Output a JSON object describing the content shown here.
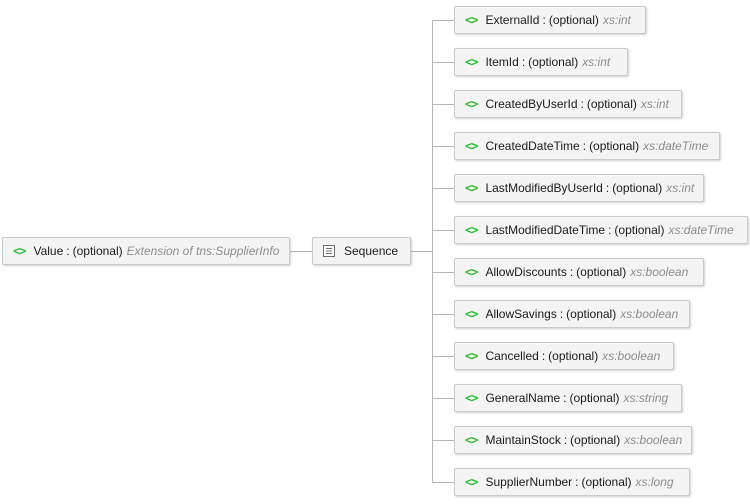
{
  "root": {
    "name": "Value",
    "modifier": "(optional)",
    "type": "Extension of tns:SupplierInfo"
  },
  "sequence": {
    "label": "Sequence"
  },
  "colors": {
    "element_icon": "#2eb82e",
    "type_text": "#8c8c8c",
    "connector": "#b5b5b5",
    "node_fill": "#f4f4f4",
    "node_border": "#c9c9c9"
  },
  "icons": {
    "element": "element-icon",
    "sequence": "sequence-icon"
  },
  "element_icon_glyph": "<>",
  "separator": ":",
  "children": [
    {
      "name": "ExternalId",
      "modifier": "(optional)",
      "type": "xs:int"
    },
    {
      "name": "ItemId",
      "modifier": "(optional)",
      "type": "xs:int"
    },
    {
      "name": "CreatedByUserId",
      "modifier": "(optional)",
      "type": "xs:int"
    },
    {
      "name": "CreatedDateTime",
      "modifier": "(optional)",
      "type": "xs:dateTime"
    },
    {
      "name": "LastModifiedByUserId",
      "modifier": "(optional)",
      "type": "xs:int"
    },
    {
      "name": "LastModifiedDateTime",
      "modifier": "(optional)",
      "type": "xs:dateTime"
    },
    {
      "name": "AllowDiscounts",
      "modifier": "(optional)",
      "type": "xs:boolean"
    },
    {
      "name": "AllowSavings",
      "modifier": "(optional)",
      "type": "xs:boolean"
    },
    {
      "name": "Cancelled",
      "modifier": "(optional)",
      "type": "xs:boolean"
    },
    {
      "name": "GeneralName",
      "modifier": "(optional)",
      "type": "xs:string"
    },
    {
      "name": "MaintainStock",
      "modifier": "(optional)",
      "type": "xs:boolean"
    },
    {
      "name": "SupplierNumber",
      "modifier": "(optional)",
      "type": "xs:long"
    }
  ]
}
